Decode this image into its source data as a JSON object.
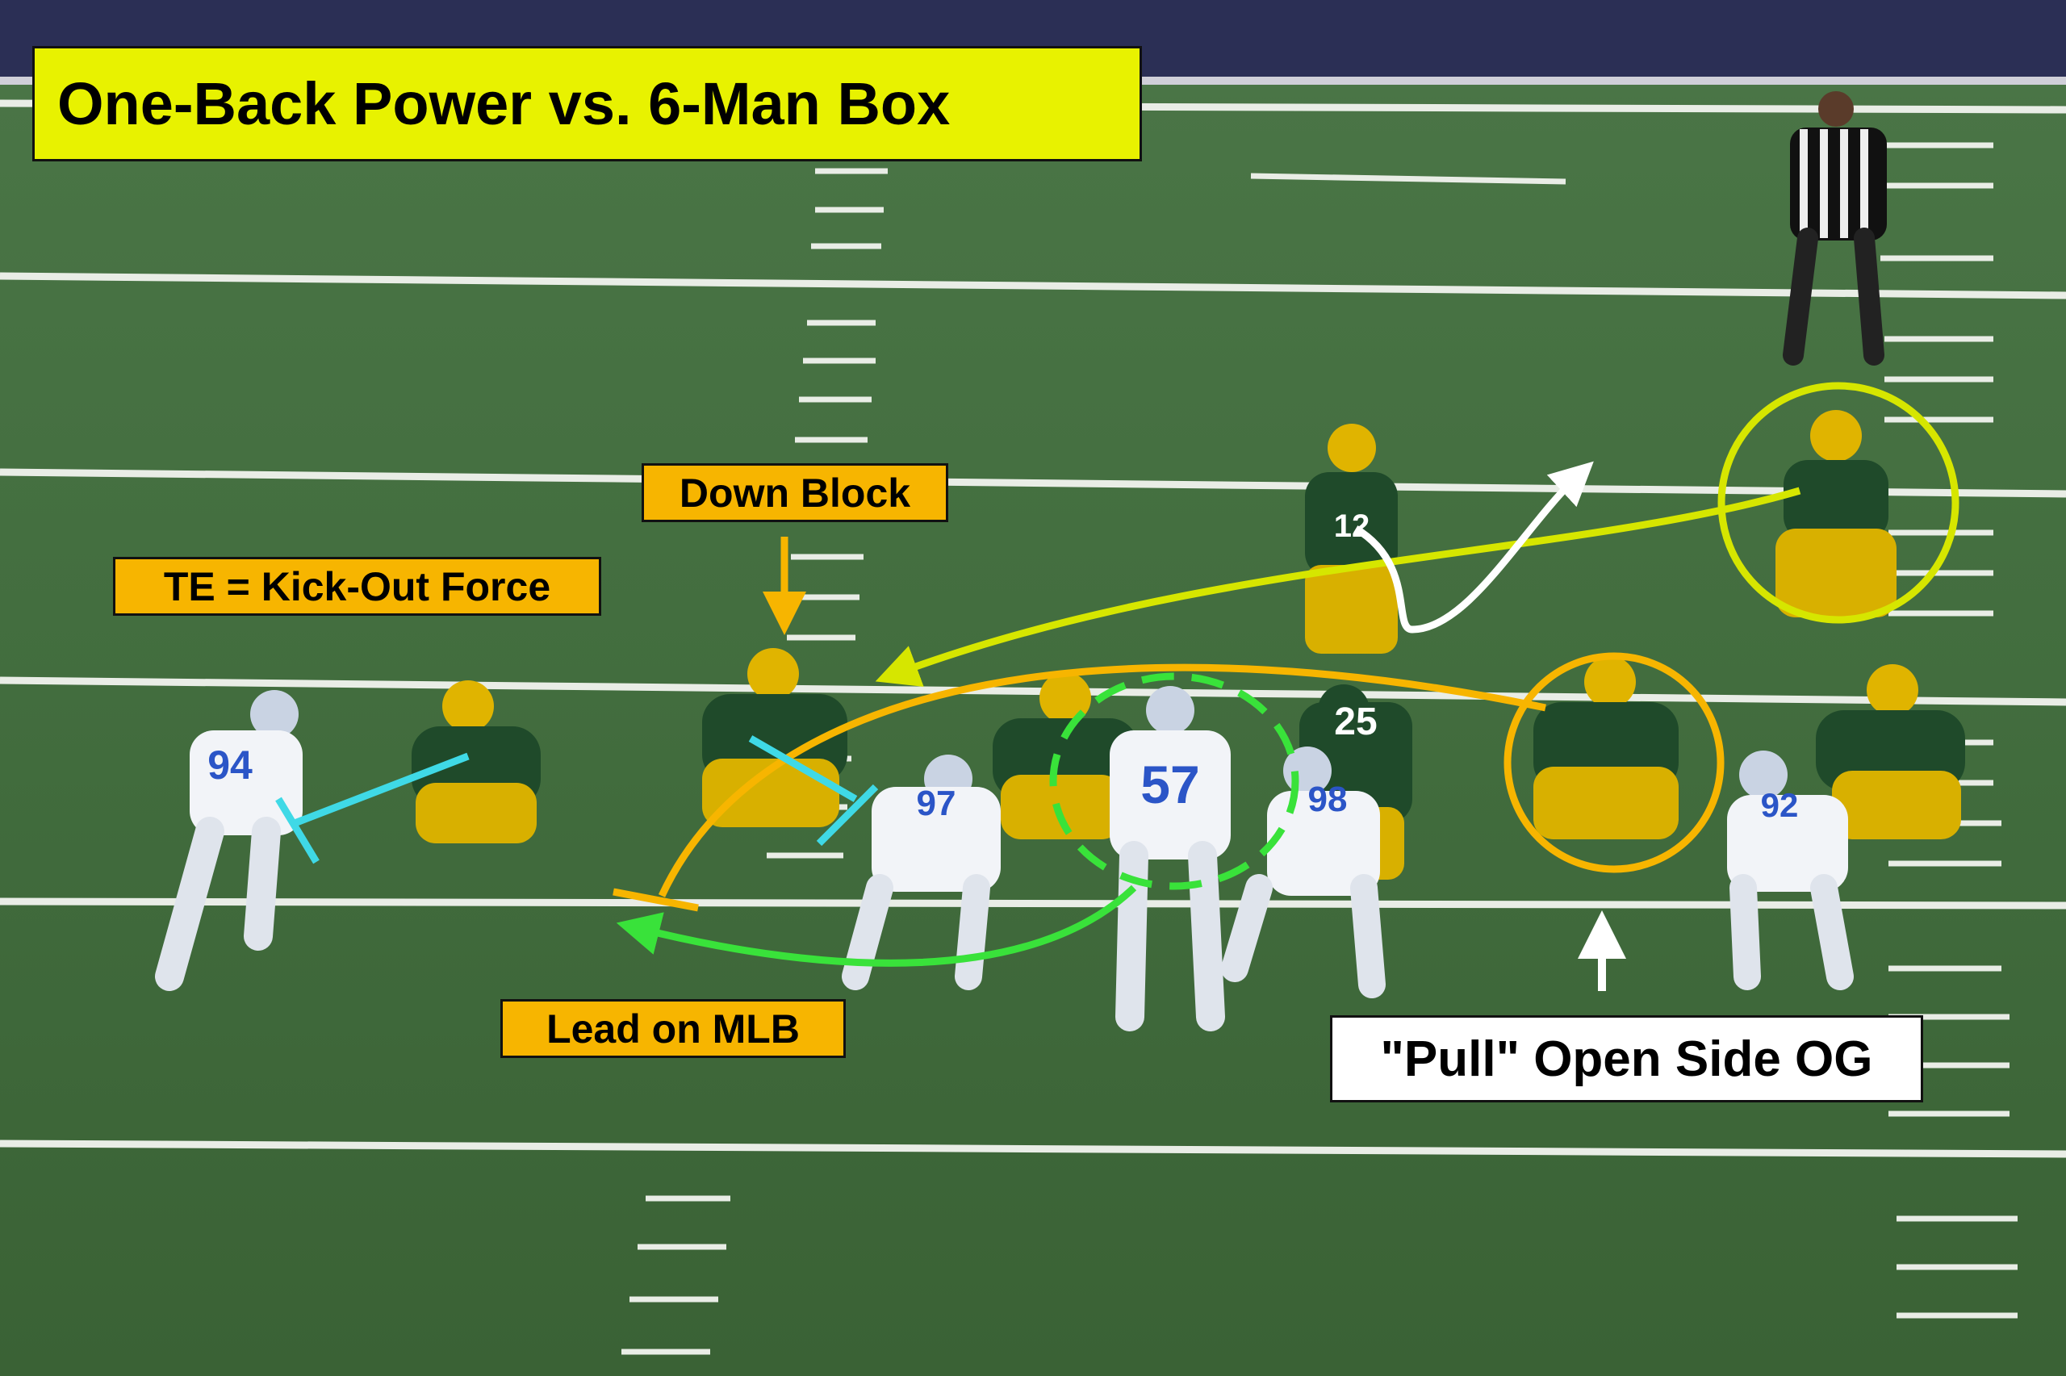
{
  "title": "One-Back Power vs. 6-Man Box",
  "annotations": {
    "down_block": "Down Block",
    "te_kick_out": "TE = Kick-Out Force",
    "lead_on_mlb": "Lead on MLB",
    "pull_og": "\"Pull\" Open Side OG"
  },
  "jersey_numbers": {
    "de_left": "94",
    "dt_left": "97",
    "mlb": "57",
    "dt_right": "98",
    "de_right": "92",
    "rb": "25",
    "qb": "12"
  },
  "colors": {
    "title_bg": "#e8f200",
    "tag_bg": "#f7b500",
    "block_line": "#3fd9e6",
    "guard_path": "#f7b500",
    "fullback_path": "#d6e600",
    "lead_path": "#39e23a",
    "qb_path": "#ffffff",
    "field": "#3f6a3a"
  }
}
